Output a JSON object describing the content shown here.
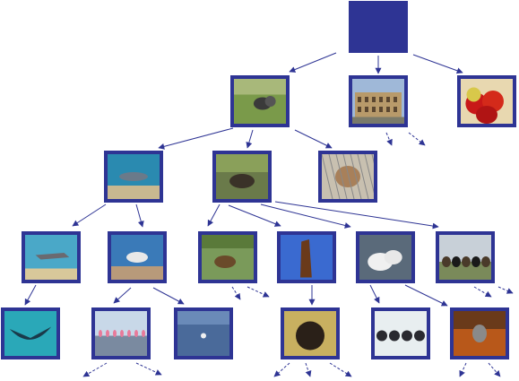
{
  "colors": {
    "frame": "#2e3494",
    "arrow": "#2e3494",
    "background": "#ffffff"
  },
  "nodes": [
    {
      "id": "root",
      "thumbnail": "empty-root-node"
    },
    {
      "id": "animals",
      "thumbnail": "animals-in-grass-photo"
    },
    {
      "id": "colosseum",
      "thumbnail": "colosseum-photo"
    },
    {
      "id": "fruit",
      "thumbnail": "red-apples-photo"
    },
    {
      "id": "water-animals",
      "thumbnail": "shark-underwater-photo"
    },
    {
      "id": "land-animals",
      "thumbnail": "animal-in-brush-photo"
    },
    {
      "id": "fence-animal",
      "thumbnail": "leopard-behind-fence-photo"
    },
    {
      "id": "shark",
      "thumbnail": "shark-photo"
    },
    {
      "id": "seagull",
      "thumbnail": "seagull-on-beach-photo"
    },
    {
      "id": "capybara",
      "thumbnail": "capybara-photo"
    },
    {
      "id": "horse",
      "thumbnail": "brown-horse-photo"
    },
    {
      "id": "polar-bear",
      "thumbnail": "white-animals-photo"
    },
    {
      "id": "cattle",
      "thumbnail": "cattle-herd-photo"
    },
    {
      "id": "manta-ray",
      "thumbnail": "manta-ray-photo"
    },
    {
      "id": "flamingos",
      "thumbnail": "flamingos-photo"
    },
    {
      "id": "sea-bird",
      "thumbnail": "bird-on-water-photo"
    },
    {
      "id": "pony",
      "thumbnail": "dark-pony-photo"
    },
    {
      "id": "sled-dogs",
      "thumbnail": "sled-dogs-photo"
    },
    {
      "id": "cat",
      "thumbnail": "cat-in-leaves-photo"
    }
  ],
  "edges": [
    {
      "from": "root",
      "to": "animals"
    },
    {
      "from": "root",
      "to": "colosseum"
    },
    {
      "from": "root",
      "to": "fruit"
    },
    {
      "from": "animals",
      "to": "water-animals"
    },
    {
      "from": "animals",
      "to": "land-animals"
    },
    {
      "from": "animals",
      "to": "fence-animal"
    },
    {
      "from": "water-animals",
      "to": "shark"
    },
    {
      "from": "water-animals",
      "to": "seagull"
    },
    {
      "from": "land-animals",
      "to": "capybara"
    },
    {
      "from": "land-animals",
      "to": "horse"
    },
    {
      "from": "land-animals",
      "to": "polar-bear"
    },
    {
      "from": "land-animals",
      "to": "cattle"
    },
    {
      "from": "shark",
      "to": "manta-ray"
    },
    {
      "from": "seagull",
      "to": "flamingos"
    },
    {
      "from": "seagull",
      "to": "sea-bird"
    },
    {
      "from": "horse",
      "to": "pony"
    },
    {
      "from": "polar-bear",
      "to": "sled-dogs"
    },
    {
      "from": "polar-bear",
      "to": "cat"
    }
  ],
  "collapsed_branches": [
    "colosseum",
    "capybara",
    "cattle",
    "flamingos",
    "pony",
    "cat"
  ]
}
